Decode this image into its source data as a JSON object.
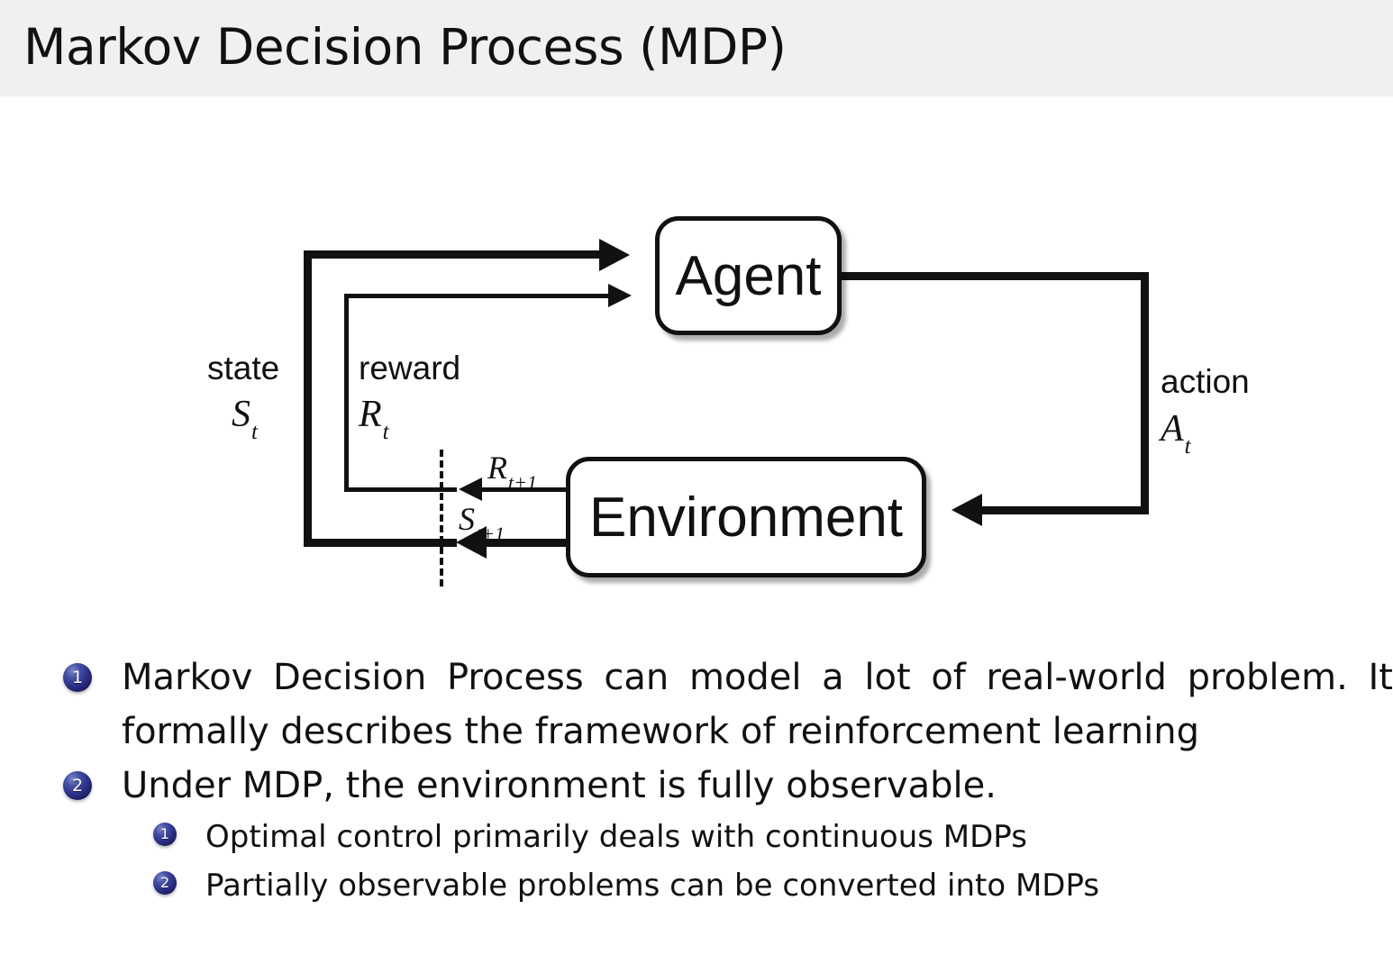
{
  "slide": {
    "title": "Markov Decision Process (MDP)",
    "header_bg": "#f0f0f0",
    "text_color": "#111111",
    "bullet_color": "#2b2f86"
  },
  "diagram": {
    "name": "agent-environment-interaction-loop",
    "nodes": [
      {
        "id": "agent",
        "label": "Agent"
      },
      {
        "id": "environment",
        "label": "Environment"
      }
    ],
    "edges": [
      {
        "id": "state-loop",
        "word": "state",
        "symbol": "S",
        "subscript": "t",
        "from": "environment",
        "to": "agent"
      },
      {
        "id": "reward-loop",
        "word": "reward",
        "symbol": "R",
        "subscript": "t",
        "from": "environment",
        "to": "agent"
      },
      {
        "id": "action-loop",
        "word": "action",
        "symbol": "A",
        "subscript": "t",
        "from": "agent",
        "to": "environment"
      },
      {
        "id": "next-reward",
        "word": "",
        "symbol": "R",
        "subscript": "t+1",
        "from": "environment",
        "to": "divider"
      },
      {
        "id": "next-state",
        "word": "",
        "symbol": "S",
        "subscript": "t+1",
        "from": "environment",
        "to": "divider"
      }
    ],
    "labels": {
      "state_word": "state",
      "state_sym": "S",
      "state_sub": "t",
      "reward_word": "reward",
      "reward_sym": "R",
      "reward_sub": "t",
      "action_word": "action",
      "action_sym": "A",
      "action_sub": "t",
      "next_reward_sym": "R",
      "next_reward_sub": "t+1",
      "next_state_sym": "S",
      "next_state_sub": "t+1"
    }
  },
  "bullets": [
    {
      "number": "1",
      "line1": "Markov Decision Process can model a lot of real-world problem. It",
      "line2": "formally describes the framework of reinforcement learning",
      "subitems": []
    },
    {
      "number": "2",
      "line1": "Under MDP, the environment is fully observable.",
      "line2": "",
      "subitems": [
        {
          "number": "1",
          "text": "Optimal control primarily deals with continuous MDPs"
        },
        {
          "number": "2",
          "text": "Partially observable problems can be converted into MDPs"
        }
      ]
    }
  ]
}
